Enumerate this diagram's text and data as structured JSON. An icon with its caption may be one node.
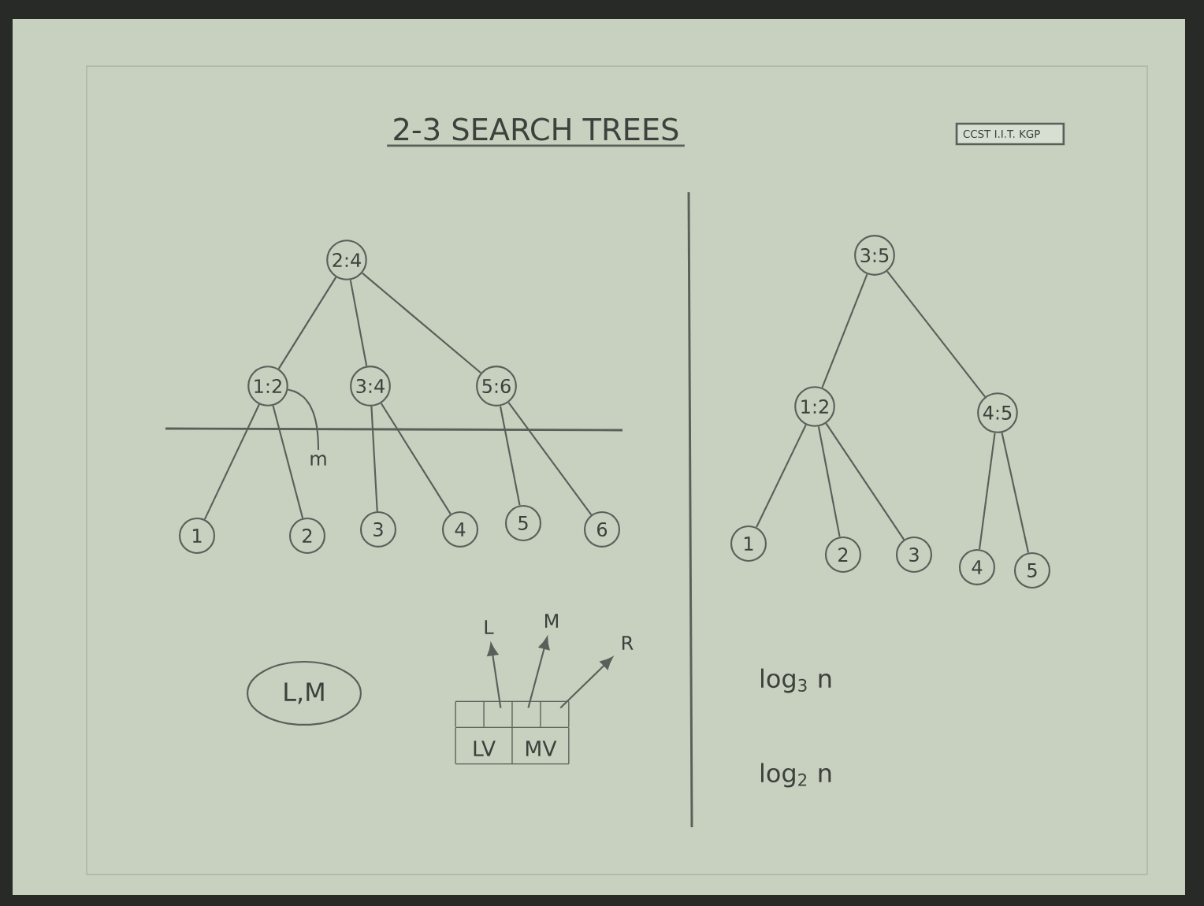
{
  "diagram": {
    "title": "2-3 SEARCH TREES",
    "nodes": [
      {
        "text": [
          "2:4"
        ]
      },
      {
        "text": [
          "1:2"
        ]
      },
      {
        "text": [
          "3:4"
        ]
      },
      {
        "text": [
          "5:6"
        ]
      },
      {
        "text": [
          "1"
        ]
      },
      {
        "text": [
          "2"
        ]
      },
      {
        "text": [
          "3"
        ]
      },
      {
        "text": [
          "4"
        ]
      },
      {
        "text": [
          "5"
        ]
      },
      {
        "text": [
          "6"
        ]
      },
      {
        "text": [
          "3:5"
        ]
      },
      {
        "text": [
          "1:2"
        ]
      },
      {
        "text": [
          "4:5"
        ]
      },
      {
        "text": [
          "1"
        ]
      },
      {
        "text": [
          "2"
        ]
      },
      {
        "text": [
          "3"
        ]
      },
      {
        "text": [
          "4"
        ]
      },
      {
        "text": [
          "5"
        ]
      },
      {
        "text": [
          "L,M"
        ]
      },
      {
        "text": [
          "L"
        ]
      },
      {
        "text": [
          "M"
        ]
      },
      {
        "text": [
          "R"
        ]
      },
      {
        "text": [
          "LV",
          "MV"
        ]
      },
      {
        "text": [
          "m"
        ]
      }
    ],
    "edges": [
      {
        "from": 0,
        "to": 1,
        "arrow": "none"
      },
      {
        "from": 0,
        "to": 2,
        "arrow": "none"
      },
      {
        "from": 0,
        "to": 3,
        "arrow": "none"
      },
      {
        "from": 1,
        "to": 4,
        "arrow": "none"
      },
      {
        "from": 1,
        "to": 5,
        "arrow": "none"
      },
      {
        "from": 2,
        "to": 6,
        "arrow": "none"
      },
      {
        "from": 2,
        "to": 7,
        "arrow": "none"
      },
      {
        "from": 3,
        "to": 8,
        "arrow": "none"
      },
      {
        "from": 3,
        "to": 9,
        "arrow": "none"
      },
      {
        "from": 10,
        "to": 11,
        "arrow": "none"
      },
      {
        "from": 10,
        "to": 12,
        "arrow": "none"
      },
      {
        "from": 11,
        "to": 13,
        "arrow": "none"
      },
      {
        "from": 11,
        "to": 14,
        "arrow": "none"
      },
      {
        "from": 11,
        "to": 15,
        "arrow": "none"
      },
      {
        "from": 12,
        "to": 16,
        "arrow": "none"
      },
      {
        "from": 12,
        "to": 17,
        "arrow": "none"
      },
      {
        "from": 22,
        "to": 19,
        "arrow": "to"
      },
      {
        "from": 22,
        "to": 20,
        "arrow": "to"
      },
      {
        "from": 22,
        "to": 21,
        "arrow": "to"
      },
      {
        "from": 1,
        "to": 23,
        "arrow": "none"
      }
    ],
    "labels": [
      "CCST I.I.T. KGP",
      "log$_{3}$ n",
      "log$_{2}$ n"
    ]
  }
}
